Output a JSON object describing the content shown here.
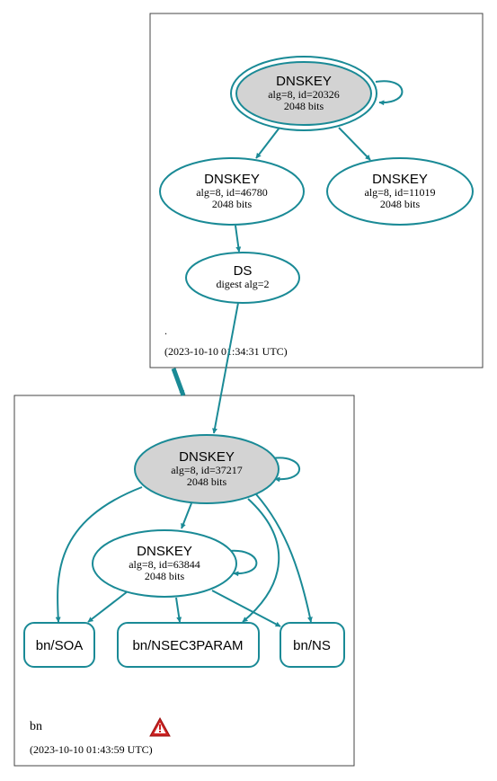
{
  "colors": {
    "edge": "#1a8a96",
    "node_fill_sep": "#d3d3d3",
    "cluster_border": "#444444",
    "warning_red": "#cc2222"
  },
  "root_zone": {
    "name": ".",
    "timestamp": "(2023-10-10 01:34:31 UTC)",
    "ksk": {
      "title": "DNSKEY",
      "line1": "alg=8, id=20326",
      "line2": "2048 bits"
    },
    "zsk1": {
      "title": "DNSKEY",
      "line1": "alg=8, id=46780",
      "line2": "2048 bits"
    },
    "zsk2": {
      "title": "DNSKEY",
      "line1": "alg=8, id=11019",
      "line2": "2048 bits"
    },
    "ds": {
      "title": "DS",
      "line1": "digest alg=2"
    }
  },
  "bn_zone": {
    "name": "bn",
    "timestamp": "(2023-10-10 01:43:59 UTC)",
    "ksk": {
      "title": "DNSKEY",
      "line1": "alg=8, id=37217",
      "line2": "2048 bits"
    },
    "zsk": {
      "title": "DNSKEY",
      "line1": "alg=8, id=63844",
      "line2": "2048 bits"
    },
    "rrsets": {
      "soa": "bn/SOA",
      "nsec3param": "bn/NSEC3PARAM",
      "ns": "bn/NS"
    },
    "warning_icon": "warning-triangle-icon"
  }
}
